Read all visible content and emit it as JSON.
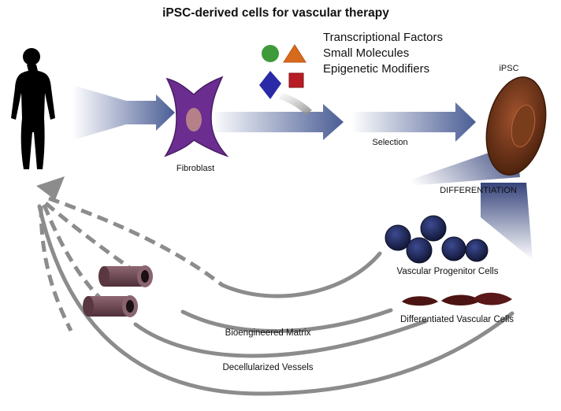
{
  "title": "iPSC-derived cells for vascular therapy",
  "factors": {
    "item1": "Transcriptional Factors",
    "item2": "Small Molecules",
    "item3": "Epigenetic Modifiers"
  },
  "labels": {
    "fibroblast": "Fibroblast",
    "selection": "Selection",
    "ipsc": "iPSC",
    "differentiation": "DIFFERENTIATION",
    "vascular_progenitor": "Vascular Progenitor Cells",
    "differentiated_vascular": "Differentiated Vascular Cells",
    "bioengineered_matrix": "Bioengineered Matrix",
    "decellularized_vessels": "Decellularized Vessels"
  },
  "colors": {
    "arrow": "#4a5d95",
    "fibroblast": "#6b2d8f",
    "ipsc": "#6a3418",
    "progenitor": "#1f2859",
    "differentiated": "#4d1414",
    "vessel": "#6b4650",
    "circle": "#3e9a3a",
    "triangle": "#d86a1d",
    "diamond": "#2a2aa8",
    "cube": "#b81c24",
    "curve": "#8c8c8c"
  }
}
